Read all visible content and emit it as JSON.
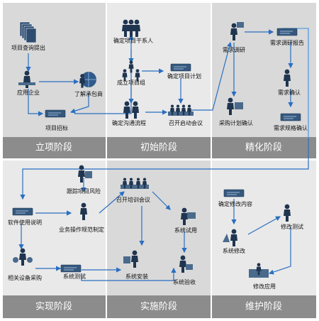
{
  "stages": {
    "s1": "立项阶段",
    "s2": "初始阶段",
    "s3": "精化阶段",
    "s4": "实现阶段",
    "s5": "实施阶段",
    "s6": "维护阶段"
  },
  "nodes": {
    "project_inquiry": "项目查询提出",
    "app_enterprise": "应用企业",
    "learn_contractor": "了解承包商",
    "project_bidding": "项目招标",
    "define_contacts": "确定项目干系人",
    "setup_team": "成立项目组",
    "define_plan": "确定项目计划",
    "define_comm": "确定沟通流程",
    "kickoff_meeting": "召开启动会议",
    "req_research": "需求调研",
    "req_report": "需求调研报告",
    "req_confirm": "需求确认",
    "purchase_confirm": "采购计划确认",
    "req_spec_confirm": "需求规格确认",
    "track_risk": "跟踪项目风险",
    "software_manual": "软件使用说明",
    "biz_norm": "业务操作规范制定",
    "device_purchase": "相关设备采购",
    "system_test": "系统测试",
    "training_meeting": "召开培训会议",
    "system_trial": "系统试用",
    "system_install": "系统安装",
    "system_accept": "系统验收",
    "define_mod": "确定修改内容",
    "system_mod": "系统修改",
    "mod_test": "修改测试",
    "mod_apply": "修改应用"
  }
}
